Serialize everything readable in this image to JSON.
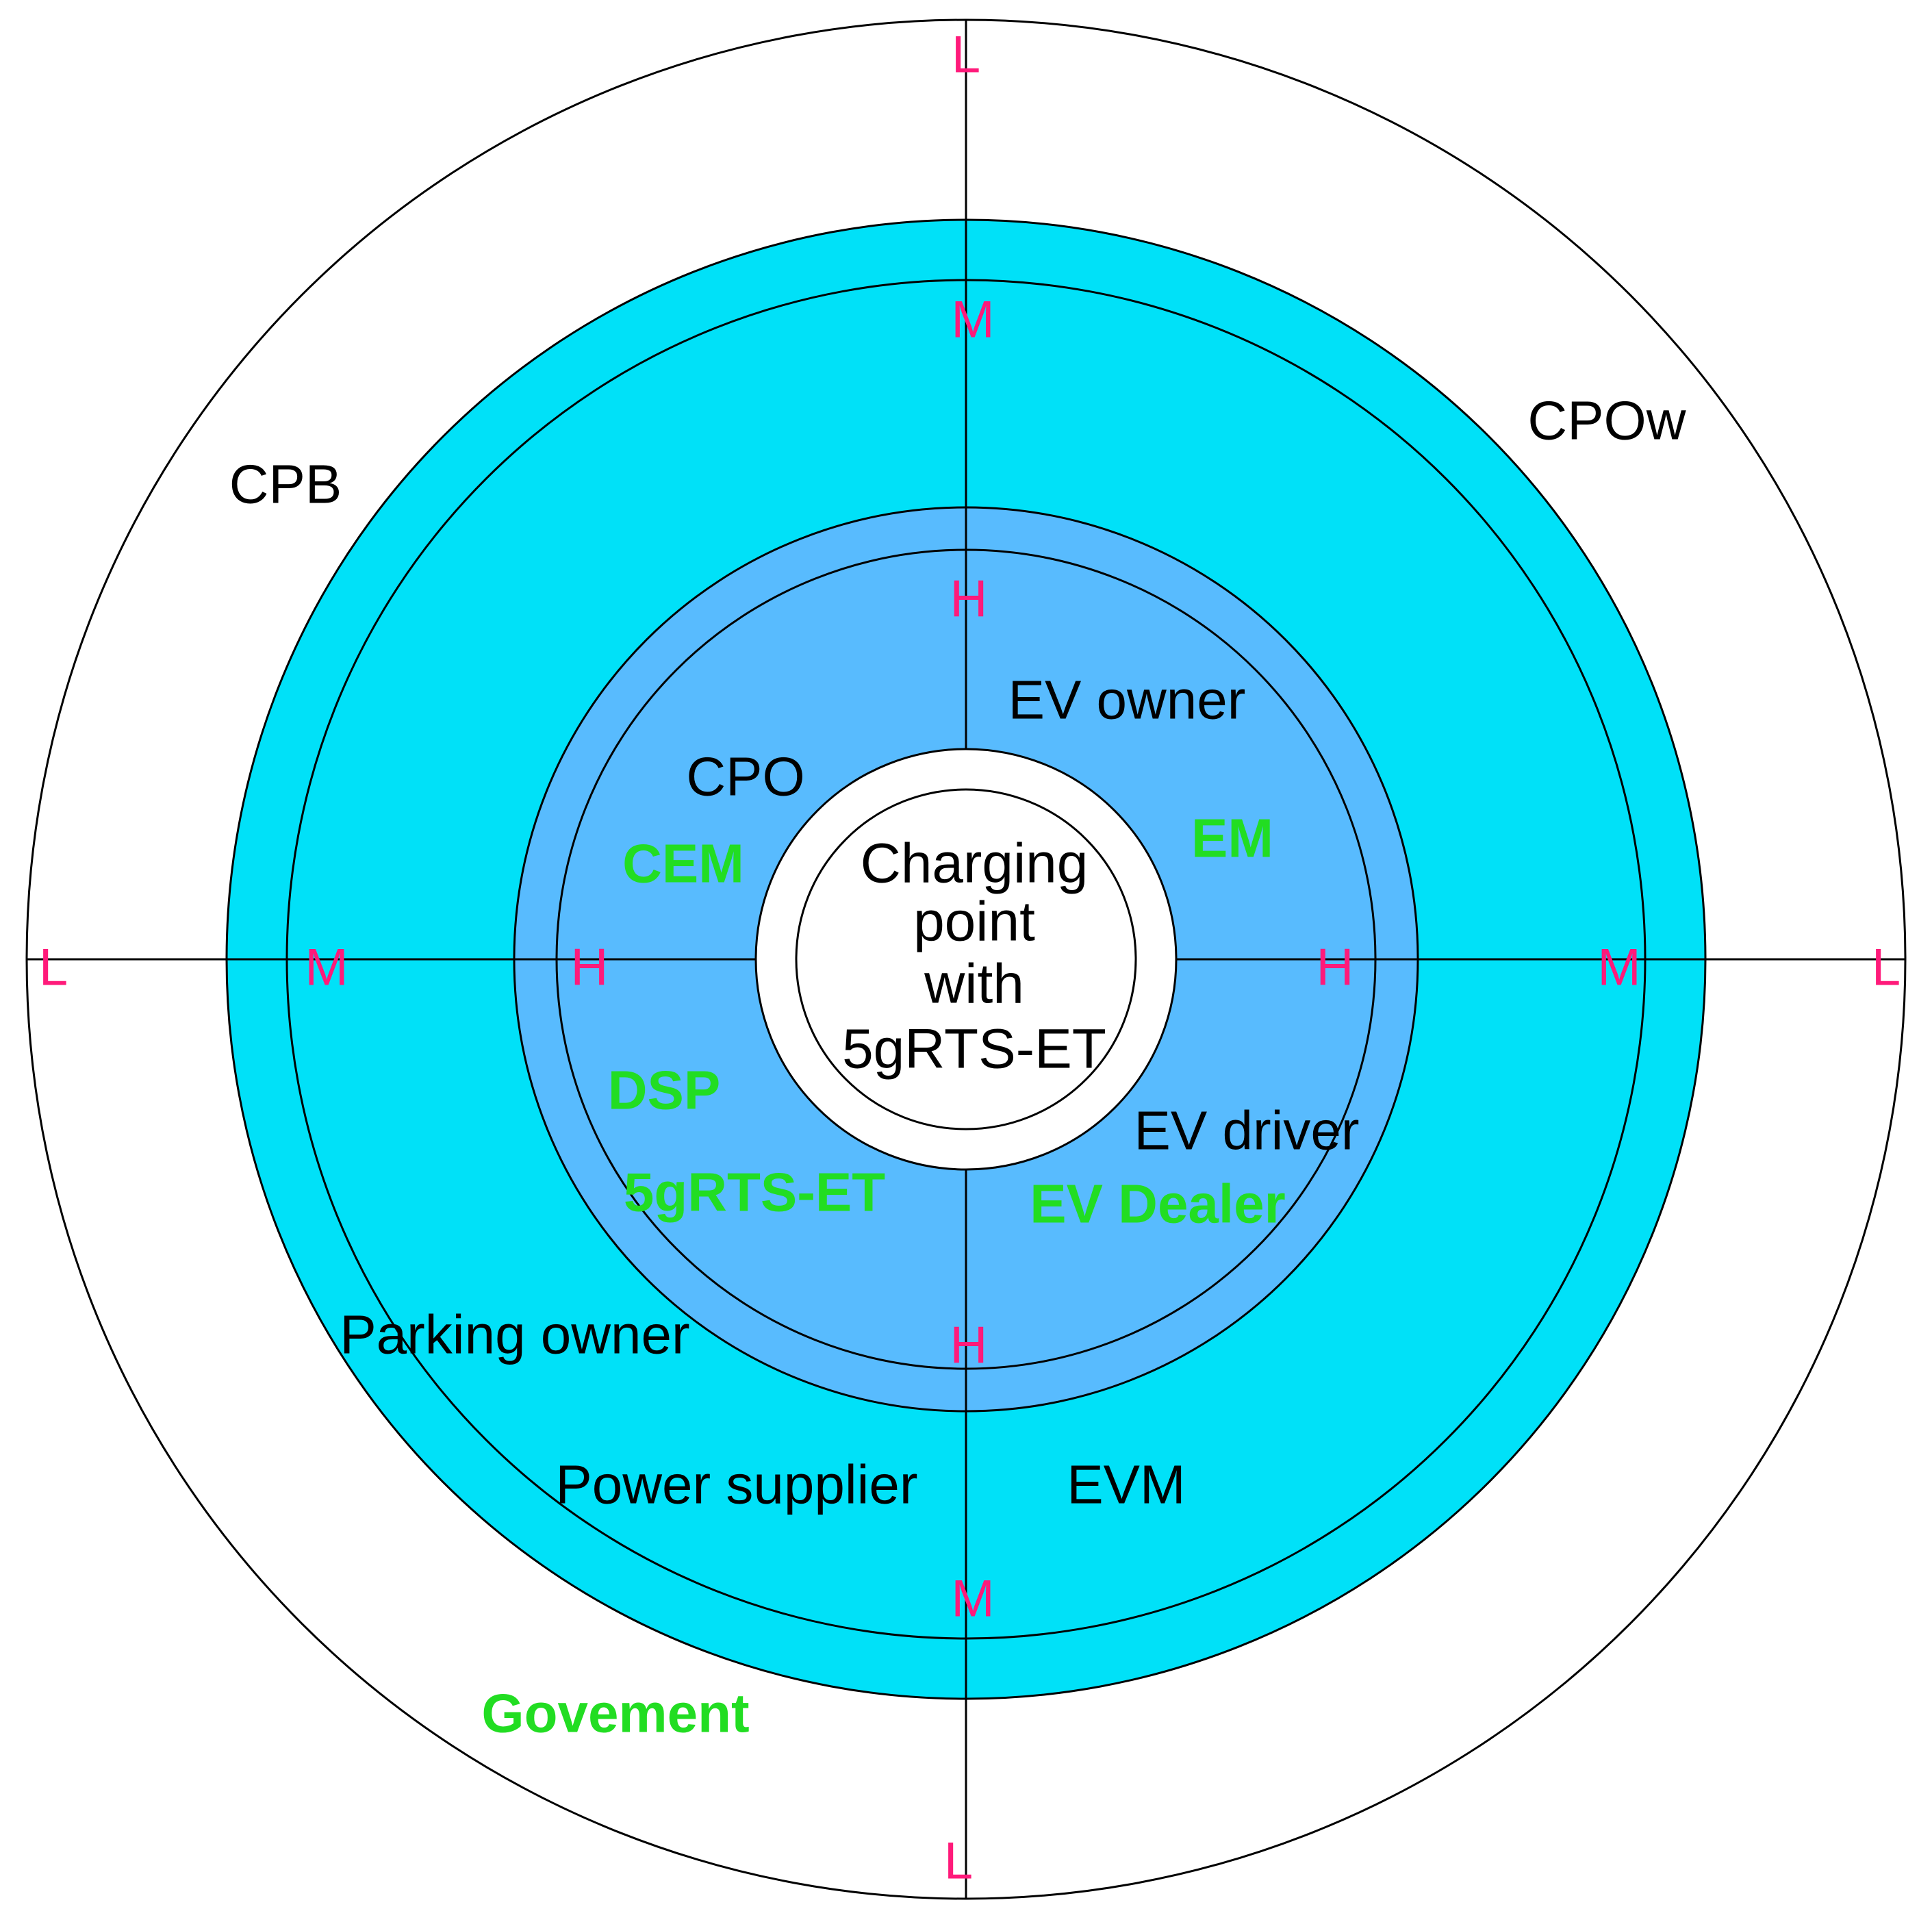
{
  "colors": {
    "outer_ring_fill": "#ffffff",
    "medium_ring_fill": "#00e1f8",
    "high_ring_fill": "#58bbfe",
    "core_fill": "#ffffff",
    "level_label": "#ff1a7a",
    "green_label": "#22dd22",
    "line": "#000000"
  },
  "center": {
    "lines": [
      "Charging",
      "point",
      "with",
      "5gRTS-ET"
    ]
  },
  "levels": {
    "low": "L",
    "medium": "M",
    "high": "H"
  },
  "stakeholders": {
    "low": {
      "black": [
        "CPB",
        "CPOw"
      ],
      "green": [
        "Govement"
      ]
    },
    "medium": {
      "black": [
        "Parking owner",
        "Power supplier",
        "EVM"
      ]
    },
    "high": {
      "black": [
        "EV owner",
        "CPO",
        "EV driver"
      ],
      "green": [
        "CEM",
        "EM",
        "DSP",
        "5gRTS-ET",
        "EV Dealer"
      ]
    }
  }
}
